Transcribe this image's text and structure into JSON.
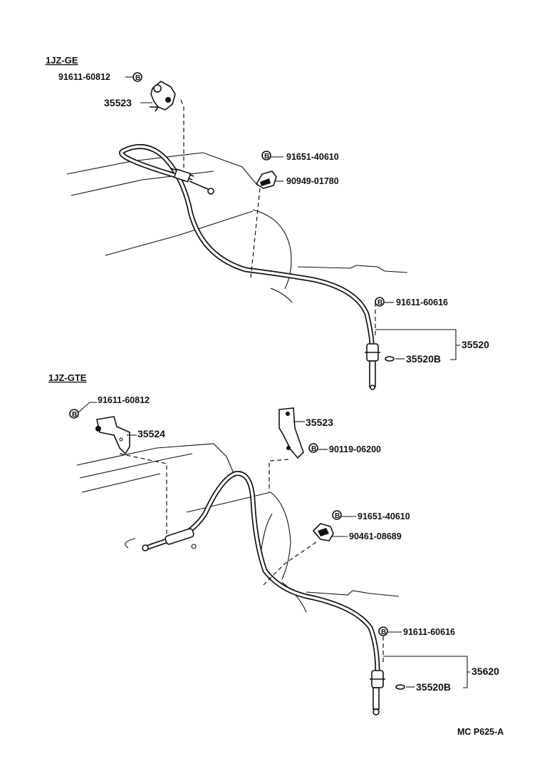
{
  "sections": [
    {
      "title": "1JZ-GE",
      "labels": {
        "bolt_top": "91611-60812",
        "bracket": "35523",
        "clamp_bolt": "91651-40610",
        "clamp": "90949-01780",
        "lower_bolt": "91611-60616",
        "cable_assy": "35520",
        "oring": "35520B"
      }
    },
    {
      "title": "1JZ-GTE",
      "labels": {
        "bolt_left": "91611-60812",
        "bracket_left": "35524",
        "bracket_right": "35523",
        "bracket_bolt": "90119-06200",
        "clamp_bolt": "91651-40610",
        "clamp": "90461-08689",
        "lower_bolt": "91611-60616",
        "cable_assy": "35620",
        "oring": "35520B"
      }
    }
  ],
  "badge_letter": "B",
  "catalog_code": "MC P625-A"
}
